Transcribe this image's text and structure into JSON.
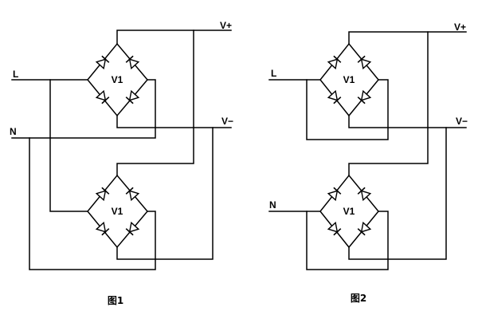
{
  "figures": [
    {
      "caption": "图1",
      "terminals": {
        "L": "L",
        "N": "N",
        "v_plus": "V+",
        "v_minus": "V−"
      },
      "bridges": [
        {
          "label": "V1"
        },
        {
          "label": "V1"
        }
      ]
    },
    {
      "caption": "图2",
      "terminals": {
        "L": "L",
        "N": "N",
        "v_plus": "V+",
        "v_minus": "V−"
      },
      "bridges": [
        {
          "label": "V1"
        },
        {
          "label": "V1"
        }
      ]
    }
  ]
}
